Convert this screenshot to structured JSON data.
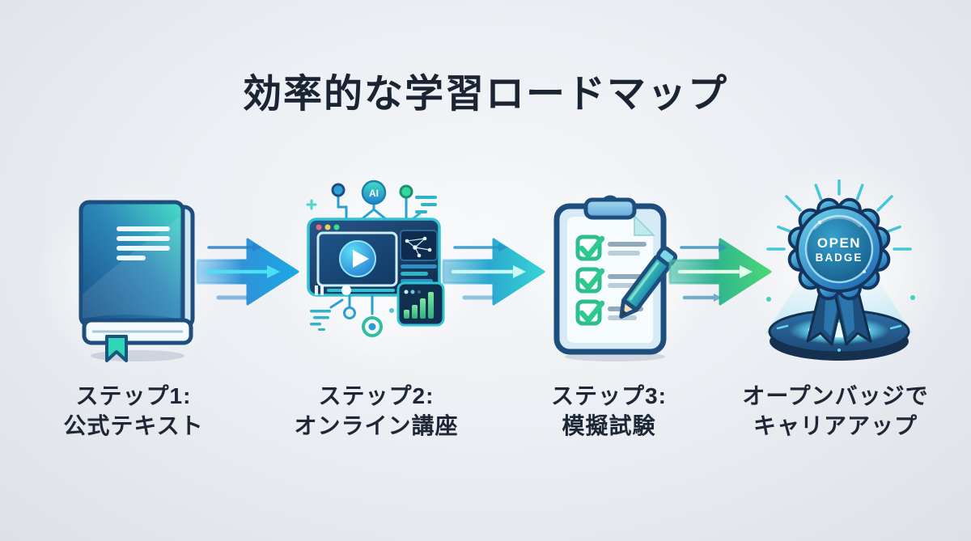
{
  "title": "効率的な学習ロードマップ",
  "steps": [
    {
      "name": "step-1",
      "icon": "book-icon",
      "label_lines": [
        "ステップ1:",
        "公式テキスト"
      ]
    },
    {
      "name": "step-2",
      "icon": "online-course-icon",
      "ai_chip_label": "AI",
      "label_lines": [
        "ステップ2:",
        "オンライン講座"
      ]
    },
    {
      "name": "step-3",
      "icon": "mock-exam-clipboard-icon",
      "label_lines": [
        "ステップ3:",
        "模擬試験"
      ]
    },
    {
      "name": "step-4",
      "icon": "open-badge-icon",
      "badge_text_lines": [
        "OPEN",
        "BADGE"
      ],
      "label_lines": [
        "オープンバッジで",
        "キャリアアップ"
      ]
    }
  ],
  "arrows": [
    {
      "name": "arrow-1",
      "color": "#1f8fd6"
    },
    {
      "name": "arrow-2",
      "color": "#2bc4d4"
    },
    {
      "name": "arrow-3",
      "color": "#3ecb7e"
    }
  ],
  "colors": {
    "background_edge": "#dde1e7",
    "background_center": "#f4f6f8",
    "title_text": "#1b2433",
    "label_text": "#1e2736",
    "icon_outline_navy": "#1d4e7e",
    "icon_teal": "#3ed4c2",
    "badge_glow_cyan": "#8feef8"
  }
}
